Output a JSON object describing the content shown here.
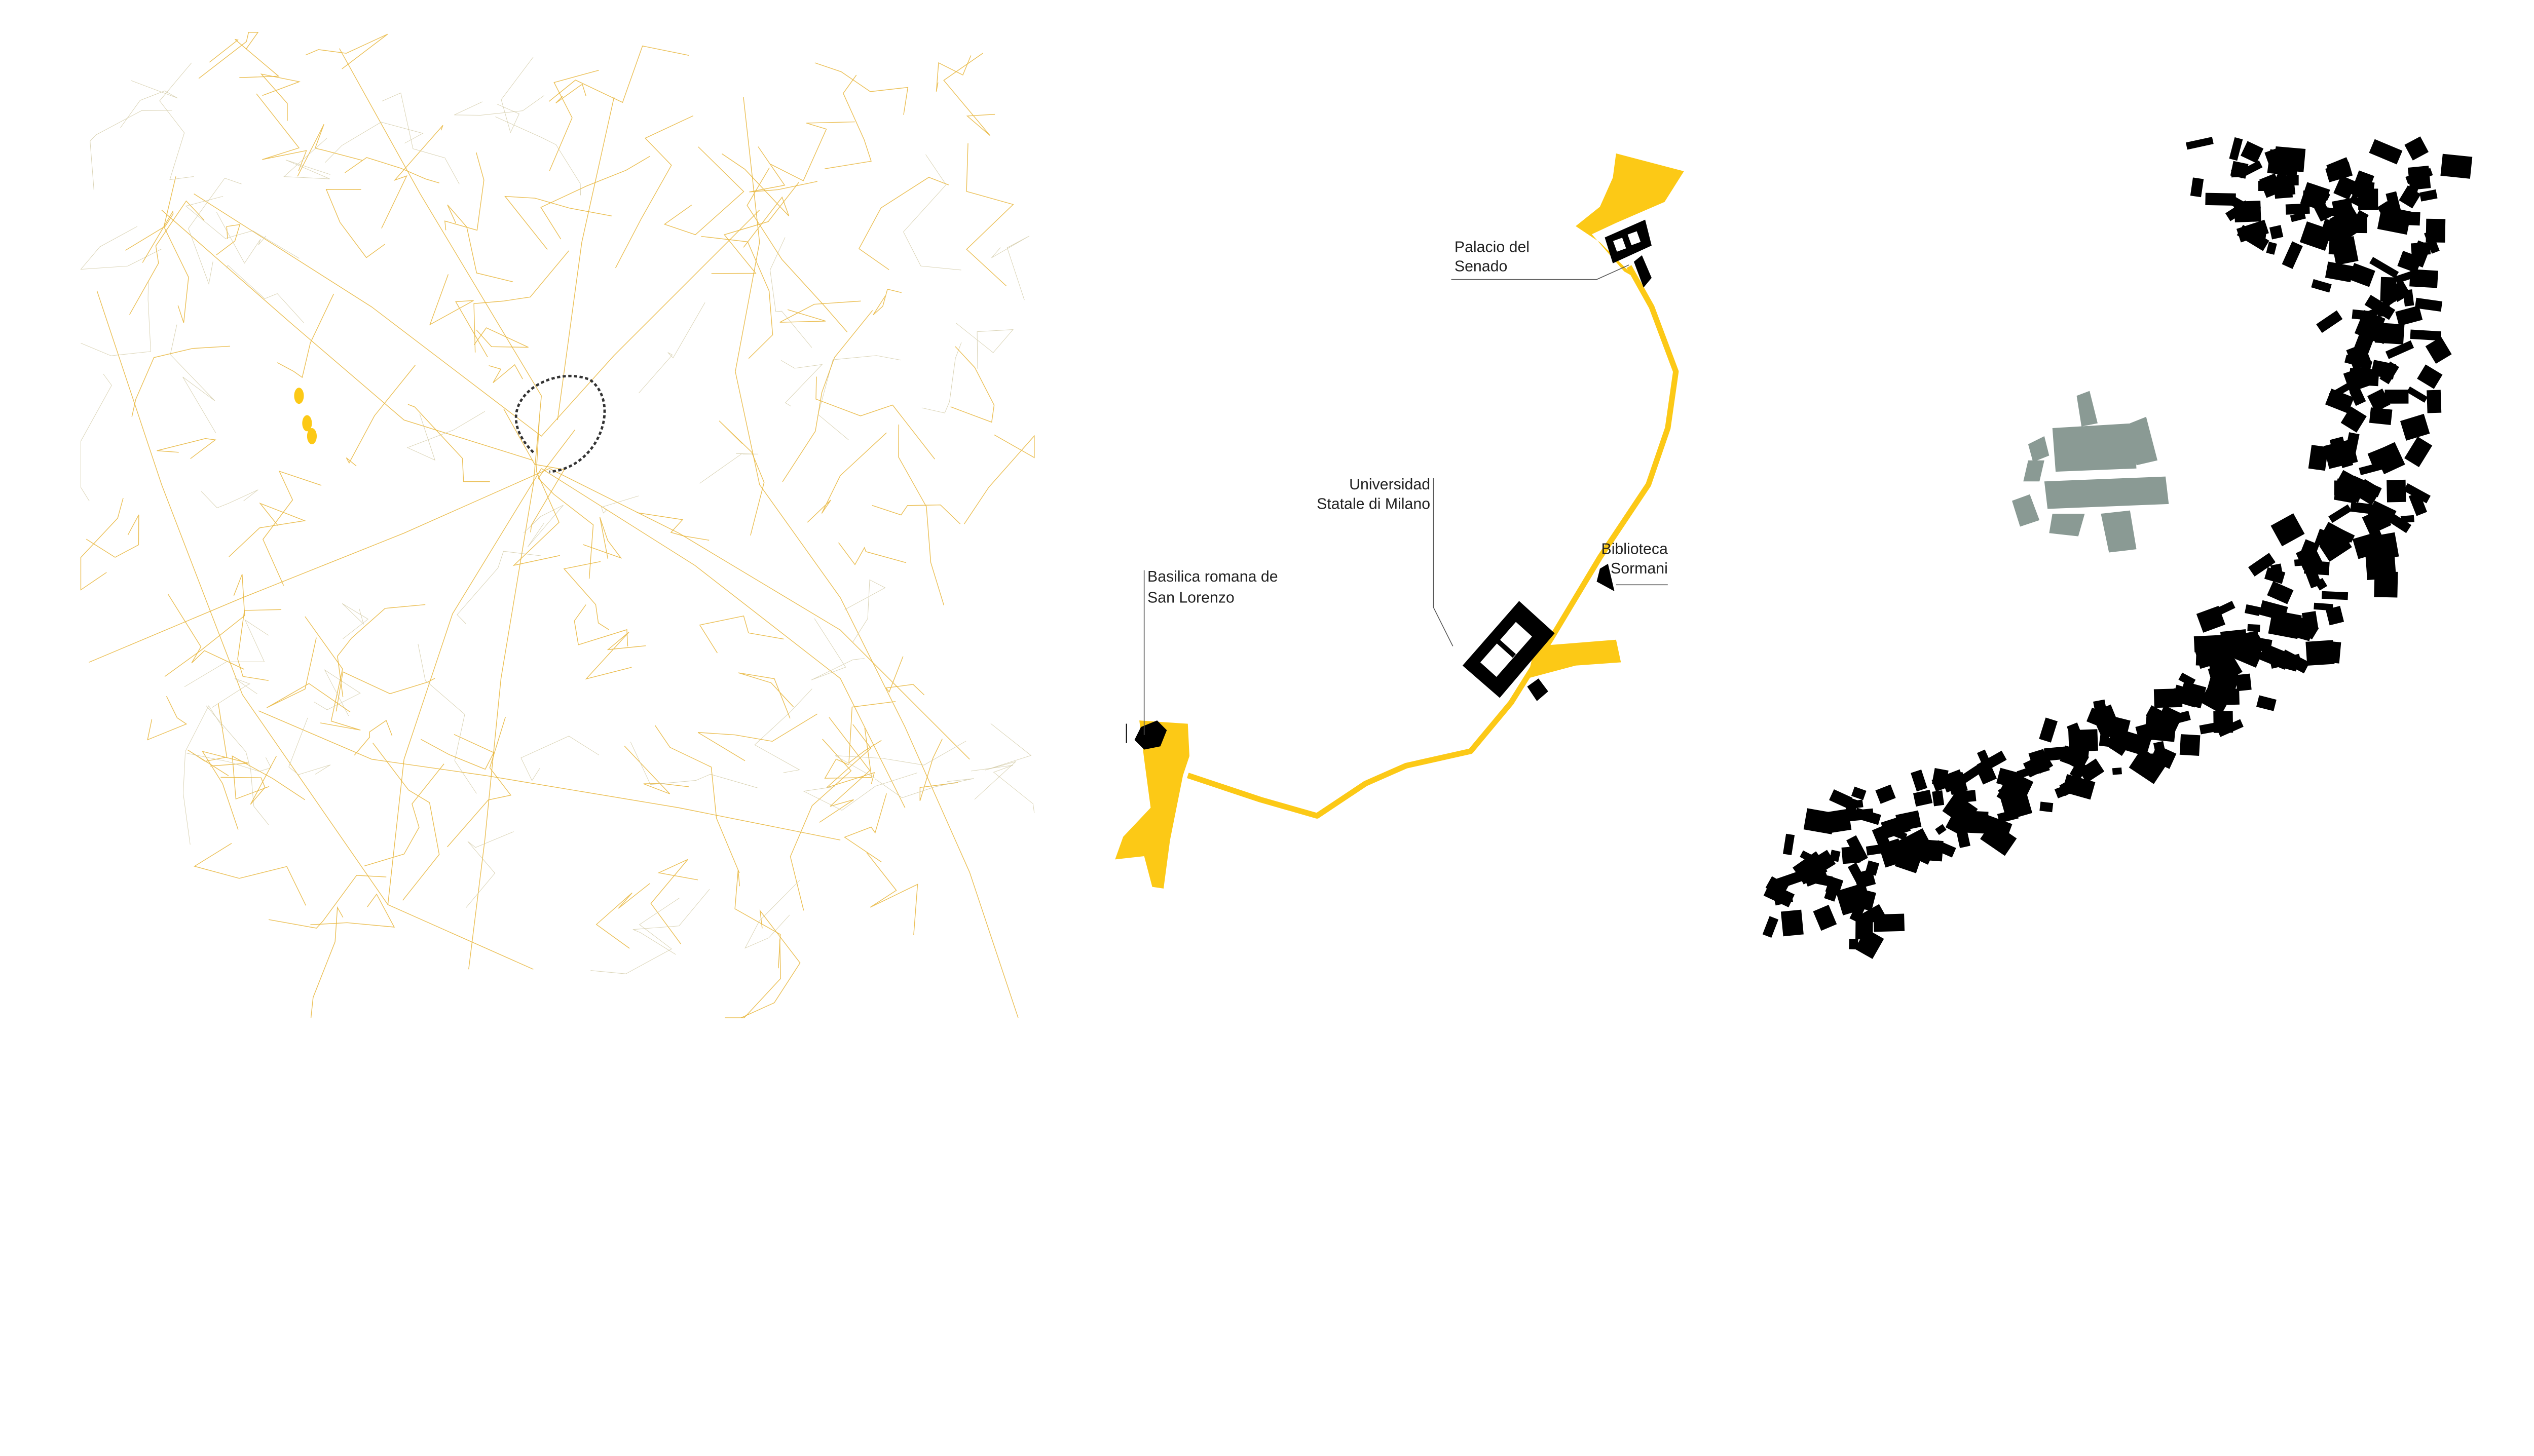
{
  "colors": {
    "accent": "#fcc916",
    "buildings": "#000000",
    "cathedral": "#8a9a94",
    "roads": "#e8b53a"
  },
  "labels": {
    "senado": [
      "Palacio del",
      "Senado"
    ],
    "universidad": [
      "Universidad",
      "Statale di Milano"
    ],
    "biblioteca": [
      "Biblioteca",
      "Sormani"
    ],
    "basilica": [
      "Basilica romana de",
      "San Lorenzo"
    ]
  }
}
